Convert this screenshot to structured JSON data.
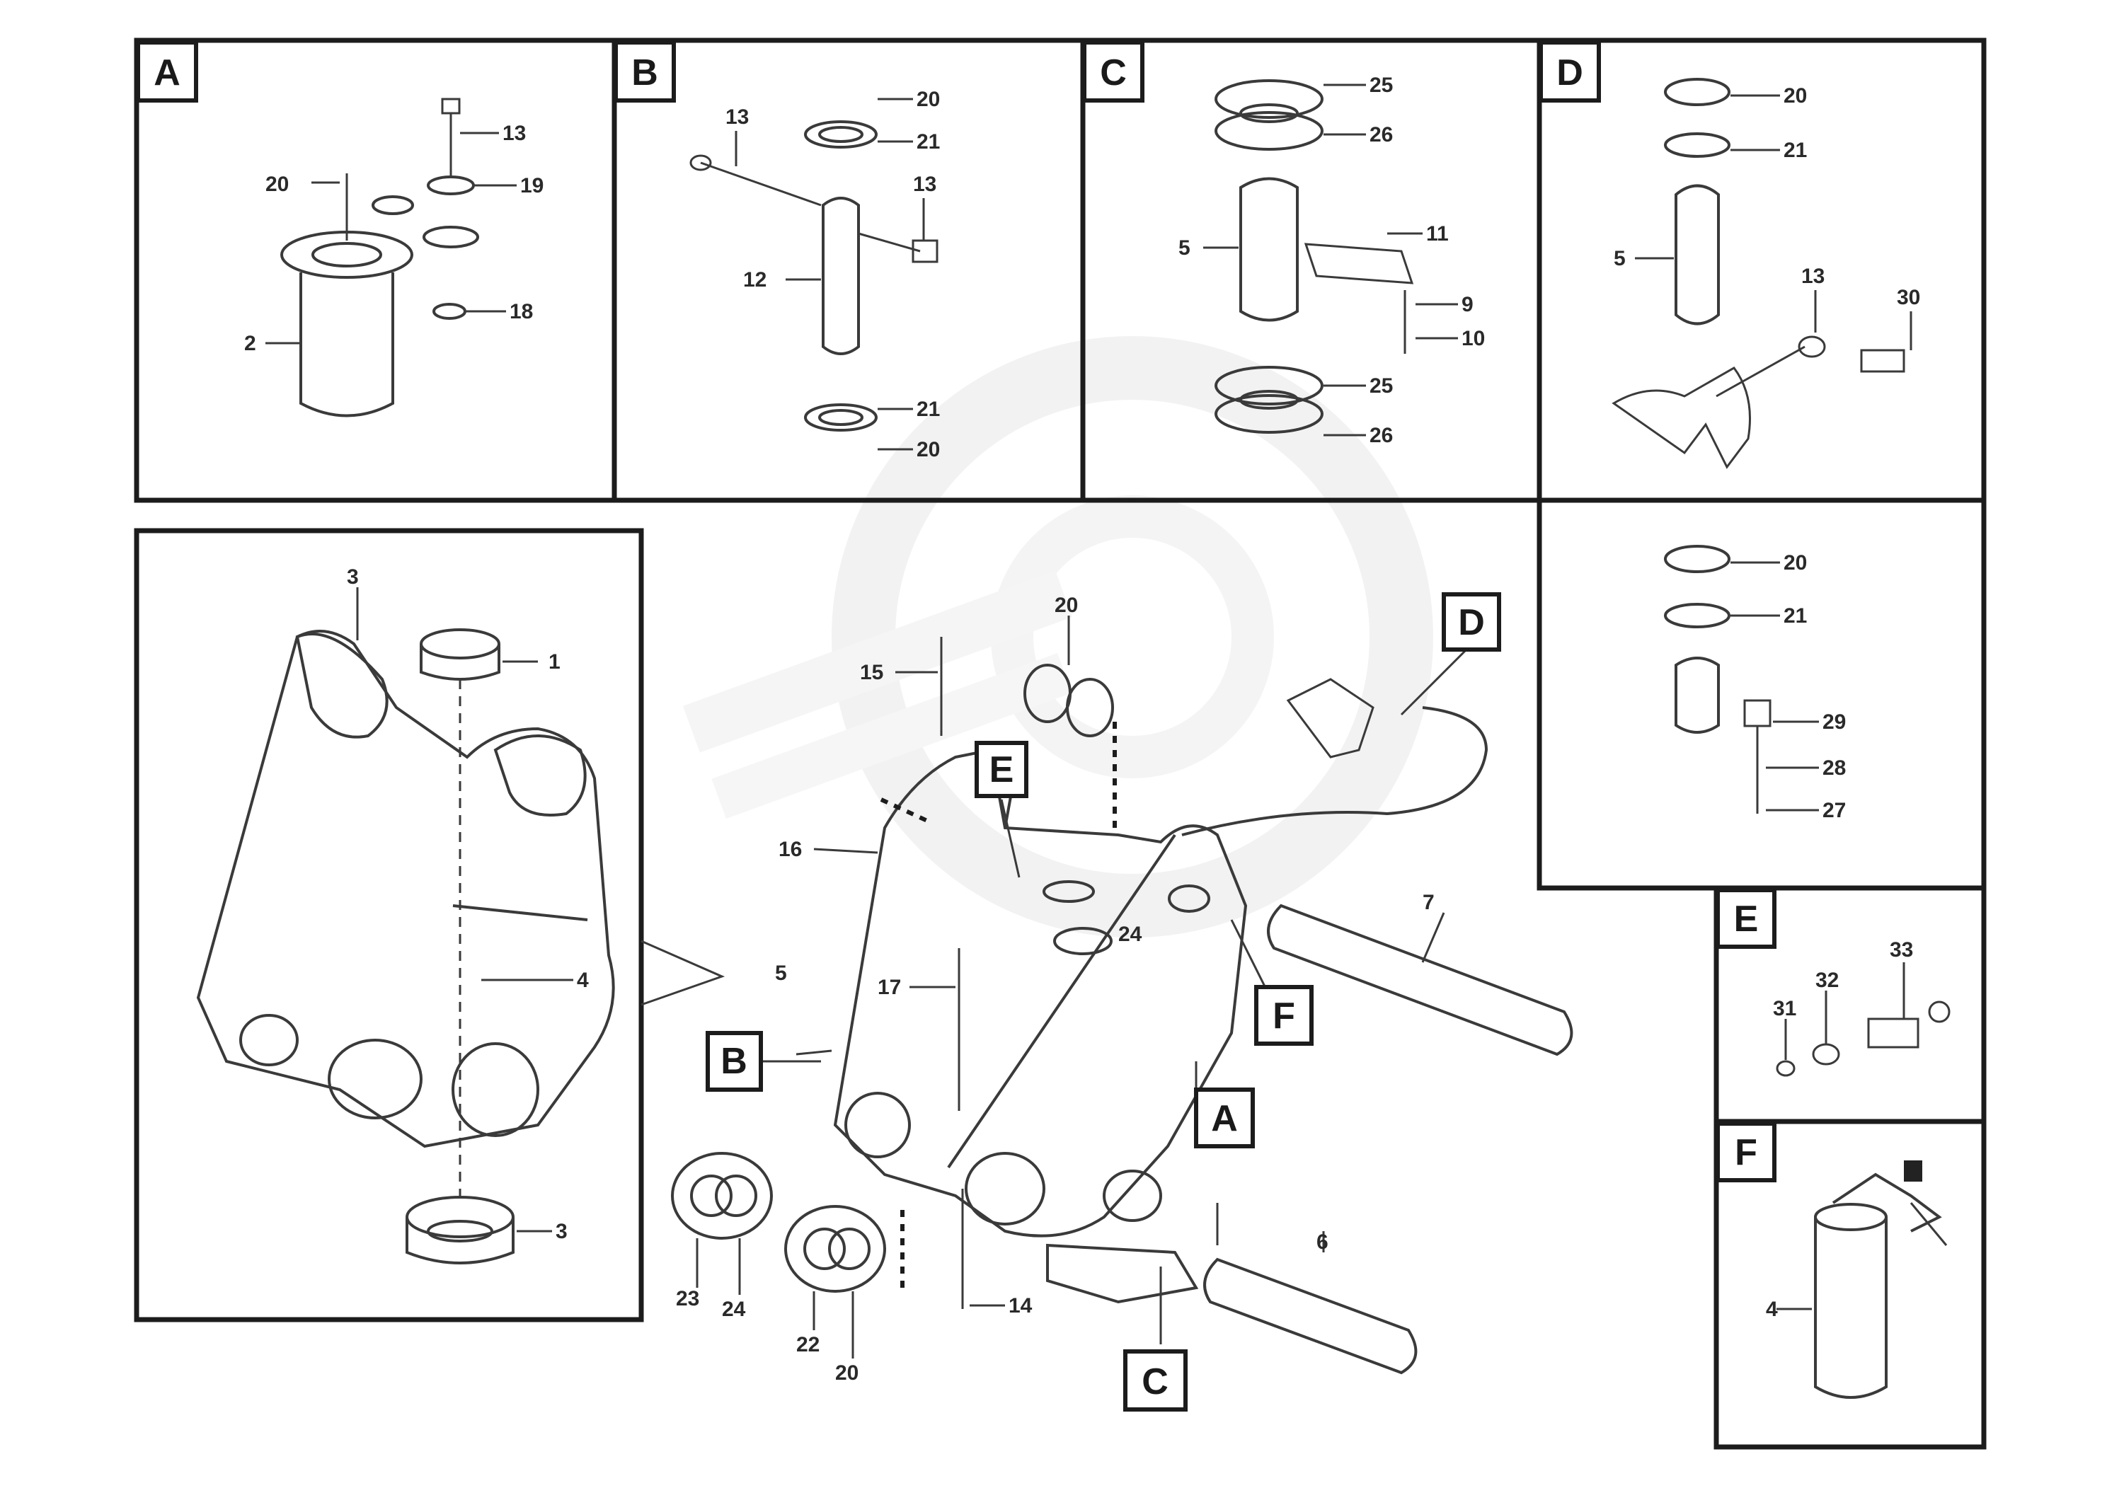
{
  "panels": {
    "A": {
      "letter": "A",
      "labels": [
        "13",
        "20",
        "19",
        "18",
        "2"
      ]
    },
    "B": {
      "letter": "B",
      "labels": [
        "13",
        "20",
        "21",
        "13",
        "12",
        "21",
        "20"
      ]
    },
    "C": {
      "letter": "C",
      "labels": [
        "25",
        "26",
        "5",
        "11",
        "9",
        "10",
        "25",
        "26"
      ]
    },
    "D": {
      "letter": "D",
      "labels": [
        "20",
        "21",
        "5",
        "13",
        "30",
        "20",
        "21",
        "29",
        "28",
        "27"
      ]
    },
    "E": {
      "letter": "E",
      "labels": [
        "31",
        "32",
        "33"
      ]
    },
    "F": {
      "letter": "F",
      "labels": [
        "4"
      ]
    }
  },
  "inset": {
    "labels": [
      "3",
      "1",
      "4",
      "3"
    ]
  },
  "main": {
    "callouts": [
      "E",
      "D",
      "F",
      "B",
      "A",
      "C"
    ],
    "labels": [
      "20",
      "15",
      "16",
      "17",
      "14",
      "23",
      "24",
      "22",
      "20",
      "24",
      "7",
      "6",
      "5"
    ]
  },
  "footer": {
    "line1": "",
    "line2": "",
    "line3": ""
  },
  "colors": {
    "line": "#3a3a3a",
    "frame": "#1c1c1c",
    "watermark": "#e6e6e6"
  }
}
